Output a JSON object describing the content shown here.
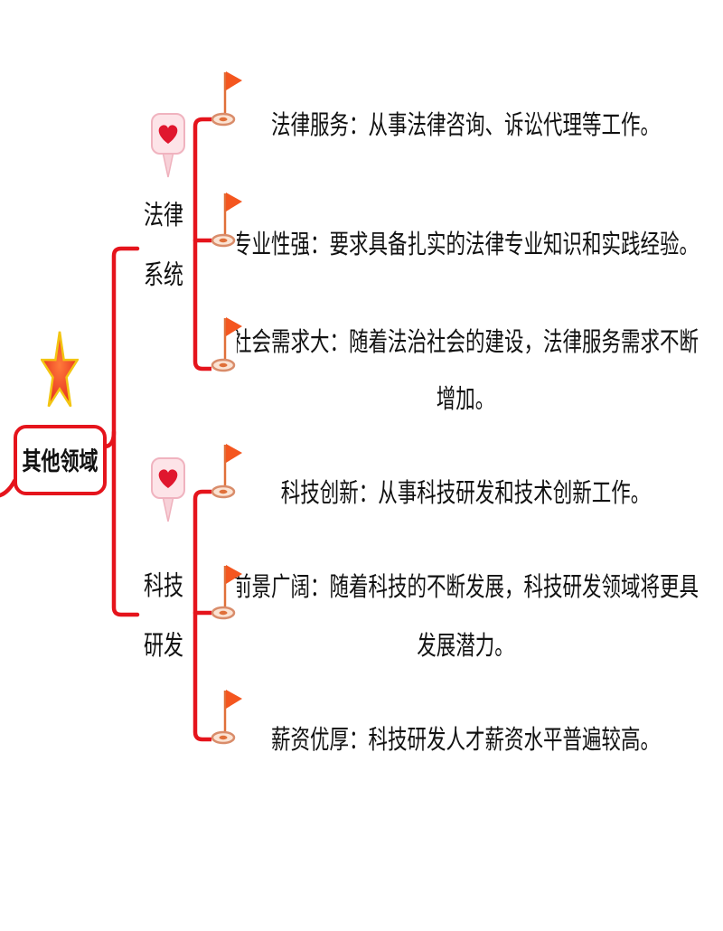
{
  "root": {
    "label": "其他领域",
    "icon": "star-icon"
  },
  "branches": [
    {
      "label_lines": [
        "法律",
        "系统"
      ],
      "icon": "heart-icon",
      "leaves": [
        {
          "icon": "flag-icon",
          "lines": [
            "法律服务：从事法律咨询、诉讼代理等工作。"
          ]
        },
        {
          "icon": "flag-icon",
          "lines": [
            "专业性强：要求具备扎实的法律专业知识和实践经验。"
          ]
        },
        {
          "icon": "flag-icon",
          "lines": [
            "社会需求大：随着法治社会的建设，法律服务需求不断",
            "增加。"
          ]
        }
      ]
    },
    {
      "label_lines": [
        "科技",
        "研发"
      ],
      "icon": "heart-icon",
      "leaves": [
        {
          "icon": "flag-icon",
          "lines": [
            "科技创新：从事科技研发和技术创新工作。"
          ]
        },
        {
          "icon": "flag-icon",
          "lines": [
            "前景广阔：随着科技的不断发展，科技研发领域将更具",
            "发展潜力。"
          ]
        },
        {
          "icon": "flag-icon",
          "lines": [
            "薪资优厚：科技研发人才薪资水平普遍较高。"
          ]
        }
      ]
    }
  ],
  "colors": {
    "connector": "#e5141c",
    "node_border": "#e5141c",
    "flag": "#f4561f",
    "star_fill": "#e42a1d",
    "star_outline": "#f3c512",
    "heart": "#e0172e",
    "heart_badge": "#fde4e8",
    "text": "#111111"
  }
}
